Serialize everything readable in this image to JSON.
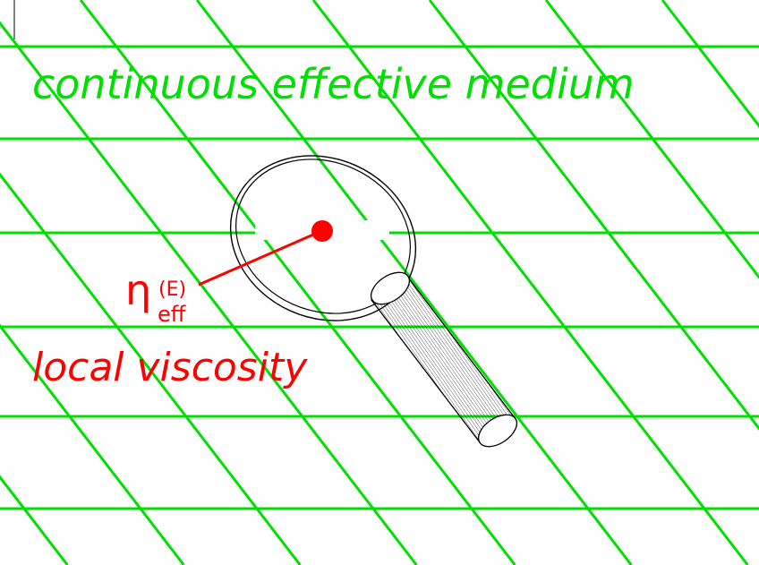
{
  "labels": {
    "medium": "continuous effective medium",
    "local": "local viscosity",
    "eta_symbol": "η",
    "eta_superscript": "(E)",
    "eta_subscript": "eff"
  },
  "colors": {
    "grid": "#00e000",
    "accent": "#ff0000",
    "outline": "#000000",
    "background": "#ffffff"
  },
  "icons": {
    "magnifier": "magnifying-glass-icon"
  }
}
